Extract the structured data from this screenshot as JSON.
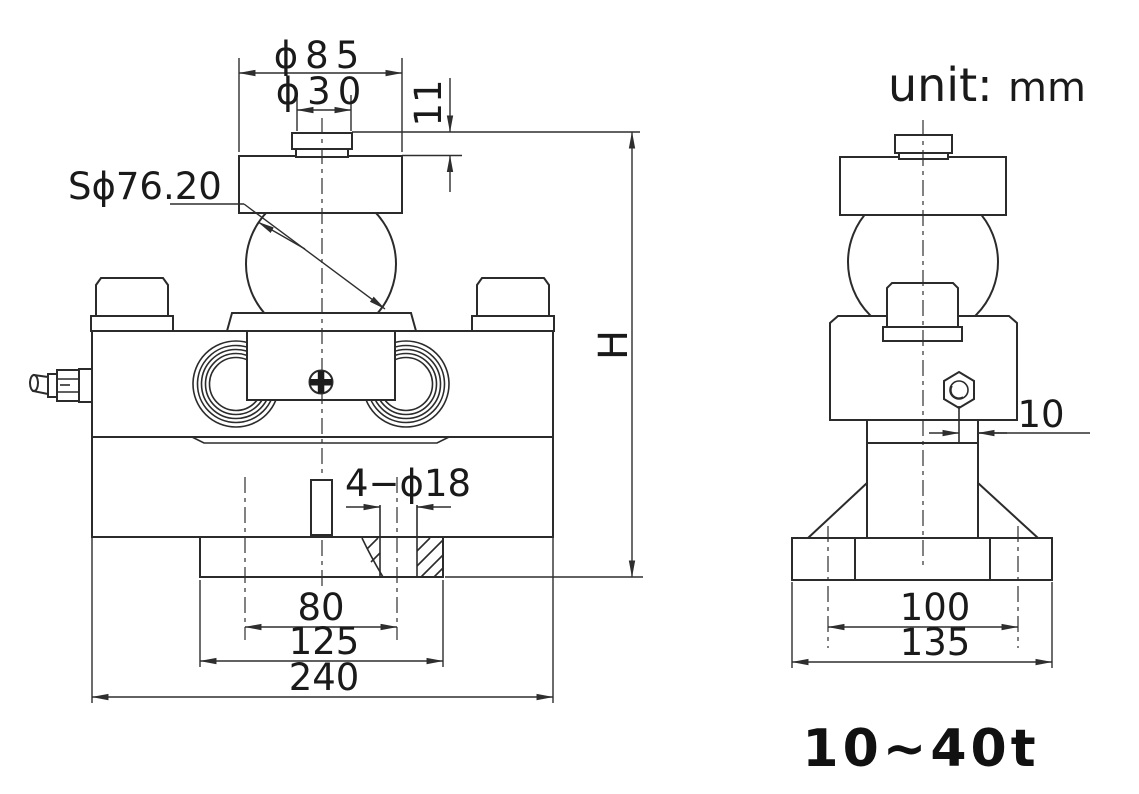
{
  "meta": {
    "unit_label": "unit:",
    "unit_value": "mm",
    "capacity_range": "10~40t"
  },
  "front_view": {
    "dims": {
      "cap_diameter": "ϕ85",
      "button_diameter": "ϕ30",
      "button_height": "11",
      "sphere_diameter": "Sϕ76.20",
      "overall_height": "H",
      "mounting_holes": "4−ϕ18",
      "hole_spacing": "80",
      "base_width": "125",
      "overall_width": "240"
    }
  },
  "side_view": {
    "dims": {
      "bolt_offset": "10",
      "hole_spacing": "100",
      "base_width": "135"
    }
  }
}
